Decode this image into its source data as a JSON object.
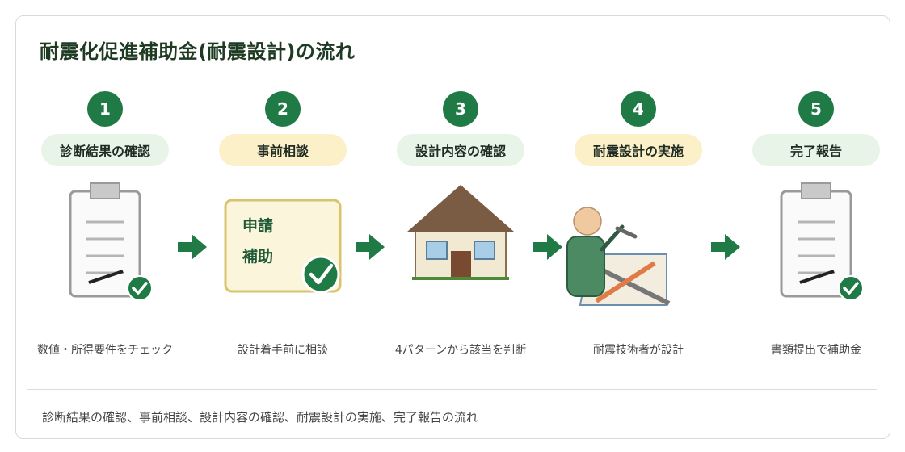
{
  "title": "耐震化促進補助金(耐震設計)の流れ",
  "colors": {
    "accent_green": "#1f7a45",
    "pill_green": "#e9f4e8",
    "pill_yellow": "#fbf0c8"
  },
  "steps": [
    {
      "number": "1",
      "label": "診断結果の確認",
      "caption": "数値・所得要件をチェック",
      "icon": "clipboard-check-icon"
    },
    {
      "number": "2",
      "label": "事前相談",
      "caption": "設計着手前に相談",
      "icon": "application-form-icon",
      "form_lines": [
        "申請",
        "補助"
      ]
    },
    {
      "number": "3",
      "label": "設計内容の確認",
      "caption": "4パターンから該当を判断",
      "icon": "house-icon"
    },
    {
      "number": "4",
      "label": "耐震設計の実施",
      "caption": "耐震技術者が設計",
      "icon": "engineer-drafting-icon"
    },
    {
      "number": "5",
      "label": "完了報告",
      "caption": "書類提出で補助金",
      "icon": "clipboard-check-icon"
    }
  ],
  "summary": "診断結果の確認、事前相談、設計内容の確認、耐震設計の実施、完了報告の流れ"
}
